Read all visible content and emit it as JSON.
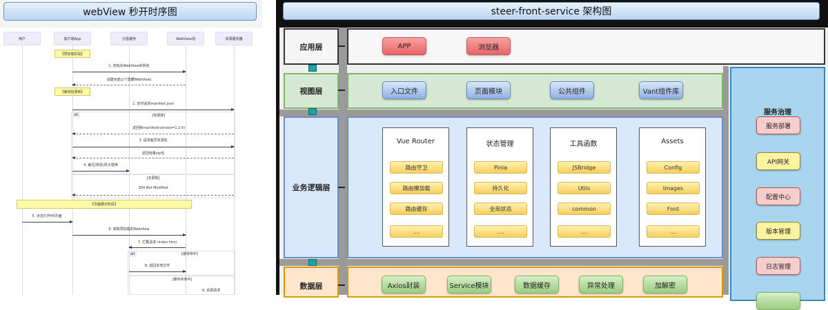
{
  "left": {
    "title": "webView 秒开时序图",
    "participants": [
      "用户",
      "客户端App",
      "沙盒缓存",
      "WebView池",
      "资源服务器"
    ],
    "notes": [
      "【预加载阶段】",
      "【离线包更新】",
      "【页面展示阶段】"
    ],
    "messages": [
      "1. 初始化WebView实例池",
      "创建完成(2个隐藏WebView)",
      "2. 定时请求manifest.json",
      "返回新manifest(version=1.2.0)",
      "3. 请求差异资源包",
      "返回增量zip包",
      "4. 解压/校验/原子替换",
      "304 Not Modified",
      "5. 点击打开H5页面",
      "6. 获取预加载的WebView",
      "7. 拦截请求 /index.html",
      "8. 返回本地文件",
      "9. 资源请求"
    ],
    "alt_label": "alt",
    "conditions": [
      "[有更新]",
      "[无更新]",
      "[缓存命中]",
      "[缓存未命中]"
    ]
  },
  "right": {
    "title": "steer-front-service 架构图",
    "layers": {
      "app": {
        "label": "应用层",
        "items": [
          "APP",
          "浏览器"
        ]
      },
      "view": {
        "label": "视图层",
        "items": [
          "入口文件",
          "页面模块",
          "公共组件",
          "Vant组件库"
        ]
      },
      "logic": {
        "label": "业务逻辑层",
        "groups": [
          {
            "title": "Vue Router",
            "items": [
              "路由守卫",
              "路由懒加载",
              "路由缓存",
              "...."
            ]
          },
          {
            "title": "状态管理",
            "items": [
              "Pinia",
              "持久化",
              "全局状态",
              "...."
            ]
          },
          {
            "title": "工具函数",
            "items": [
              "JSBridge",
              "Utils",
              "common",
              "...."
            ]
          },
          {
            "title": "Assets",
            "items": [
              "Config",
              "Images",
              "Font",
              "...."
            ]
          }
        ]
      },
      "data": {
        "label": "数据层",
        "items": [
          "Axios封装",
          "Service模块",
          "数据缓存",
          "异常处理",
          "加解密"
        ]
      }
    },
    "governance": {
      "title": "服务治理",
      "items": [
        "服务部署",
        "API网关",
        "配置中心",
        "版本管理",
        "日志管理"
      ]
    }
  }
}
